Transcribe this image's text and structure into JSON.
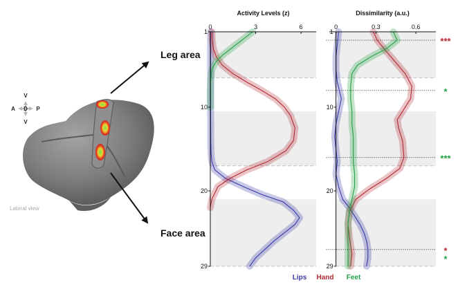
{
  "brain_panel": {
    "leg_label": "Leg area",
    "face_label": "Face area",
    "view_label": "Lateral view",
    "compass": {
      "up": "V",
      "down": "V",
      "left": "A",
      "right": "P",
      "center": "D"
    }
  },
  "colors": {
    "lips": "#3a3aa8",
    "hand": "#b22a35",
    "feet": "#23a046",
    "bg_band": "#eeeeee"
  },
  "chart_data": [
    {
      "type": "line",
      "title": "Activity Levels (z)",
      "xlabel": "Activity Levels (z)",
      "xlim": [
        0,
        7
      ],
      "xticks": [
        0,
        3,
        6
      ],
      "ylim": [
        1,
        29
      ],
      "yticks": [
        1,
        10,
        20,
        29
      ],
      "bands": [
        [
          1,
          6.5
        ],
        [
          10.5,
          17
        ],
        [
          21,
          29
        ]
      ],
      "series": [
        {
          "name": "Lips",
          "x": [
            0.02,
            0.02,
            0.02,
            0.03,
            0.05,
            0.1,
            0.3,
            1.0,
            2.2,
            3.5,
            4.8,
            5.5,
            5.9,
            5.6,
            4.9,
            4.2,
            3.6,
            3.0,
            2.6
          ],
          "y": [
            1,
            6,
            10,
            14,
            15.5,
            16.5,
            17.5,
            18.5,
            19.5,
            20.5,
            21.3,
            22.3,
            23.2,
            24,
            25,
            26,
            27,
            28,
            29
          ]
        },
        {
          "name": "Hand",
          "x": [
            0.1,
            0.12,
            0.2,
            0.4,
            0.8,
            1.5,
            2.4,
            3.4,
            4.3,
            4.9,
            5.3,
            5.6,
            5.5,
            5.0,
            3.8,
            2.4,
            1.3,
            0.5,
            0.1,
            0.0
          ],
          "y": [
            1,
            2,
            3,
            4,
            5,
            6,
            7,
            8,
            9,
            10,
            11,
            12.5,
            14,
            15.2,
            16.5,
            17.5,
            18.5,
            19.5,
            21,
            22
          ]
        },
        {
          "name": "Feet",
          "x": [
            2.8,
            2.3,
            1.8,
            1.3,
            0.8,
            0.4,
            0.1,
            0.02,
            0.01,
            0.0
          ],
          "y": [
            1,
            1.7,
            2.4,
            3.1,
            3.8,
            4.5,
            5.5,
            7,
            8.5,
            10
          ]
        }
      ]
    },
    {
      "type": "line",
      "title": "Dissimilarity (a.u.)",
      "xlabel": "Dissimilarity (a.u.)",
      "xlim": [
        -0.05,
        0.75
      ],
      "xticks": [
        0,
        0.3,
        0.6
      ],
      "ylim": [
        1,
        29
      ],
      "yticks": [
        1,
        10,
        20,
        29
      ],
      "bands": [
        [
          1,
          6.5
        ],
        [
          10.5,
          17
        ],
        [
          21,
          29
        ]
      ],
      "series": [
        {
          "name": "Lips",
          "x": [
            0.02,
            0.01,
            0.0,
            0.0,
            0.01,
            0.04,
            0.02,
            0.0,
            -0.01,
            0.0,
            0.01,
            0.0,
            0.02,
            0.05,
            0.1,
            0.14,
            0.18,
            0.21,
            0.23,
            0.24,
            0.24,
            0.23
          ],
          "y": [
            1,
            2.5,
            4,
            5.5,
            7,
            9,
            10.5,
            12,
            13.5,
            15,
            16.5,
            18,
            19.5,
            21,
            22,
            23,
            24,
            25,
            26,
            27,
            28,
            29
          ]
        },
        {
          "name": "Hand",
          "x": [
            0.28,
            0.31,
            0.36,
            0.44,
            0.52,
            0.57,
            0.56,
            0.5,
            0.46,
            0.47,
            0.5,
            0.51,
            0.48,
            0.38,
            0.25,
            0.15,
            0.1,
            0.09,
            0.1,
            0.12,
            0.11
          ],
          "y": [
            1,
            2,
            3,
            4.5,
            6,
            7.5,
            9,
            10.5,
            11.5,
            12.5,
            14,
            16,
            17.3,
            18.5,
            19.8,
            21,
            22.5,
            24,
            25.5,
            27.5,
            29
          ]
        },
        {
          "name": "Feet",
          "x": [
            0.43,
            0.46,
            0.38,
            0.26,
            0.16,
            0.12,
            0.11,
            0.11,
            0.12,
            0.12,
            0.13,
            0.13,
            0.13,
            0.14,
            0.14,
            0.12,
            0.1,
            0.09,
            0.09,
            0.09,
            0.09
          ],
          "y": [
            1,
            2,
            3,
            4,
            5,
            6,
            7.5,
            9,
            10.5,
            12,
            13.5,
            15,
            16.5,
            18,
            19.5,
            21,
            22.5,
            24,
            25.5,
            27,
            29
          ]
        }
      ],
      "significance": [
        {
          "y": 2,
          "label": "***",
          "color": "#b22a35"
        },
        {
          "y": 8,
          "label": "*",
          "color": "#23a046"
        },
        {
          "y": 16,
          "label": "***",
          "color": "#23a046"
        },
        {
          "y": 27,
          "label": "*",
          "color": "#b22a35"
        },
        {
          "y": 27,
          "label": "*",
          "color": "#23a046"
        }
      ],
      "dotted_lines": [
        2,
        8,
        16,
        27
      ]
    }
  ],
  "legend": [
    {
      "label": "Lips",
      "color": "#3a3aa8"
    },
    {
      "label": "Hand",
      "color": "#b22a35"
    },
    {
      "label": "Feet",
      "color": "#23a046"
    }
  ]
}
